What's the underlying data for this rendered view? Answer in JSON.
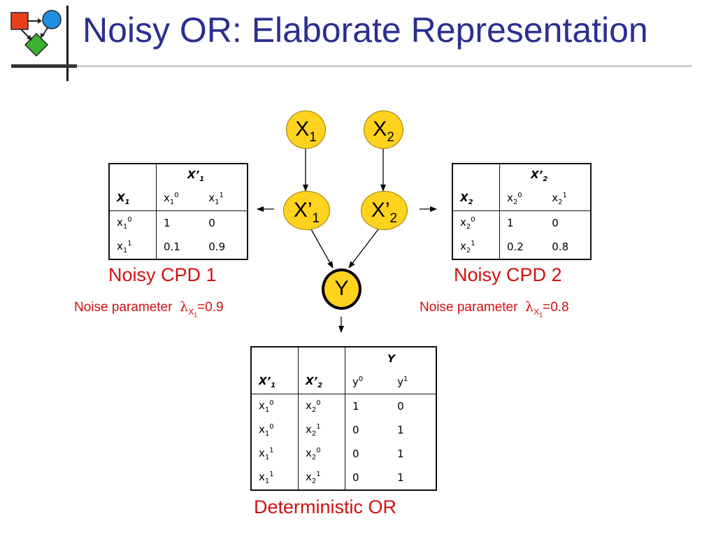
{
  "slide": {
    "title": "Noisy OR: Elaborate Representation"
  },
  "nodes": {
    "x1": {
      "base": "X",
      "sub": "1"
    },
    "x2": {
      "base": "X",
      "sub": "2"
    },
    "xp1": {
      "base": "X’",
      "sub": "1"
    },
    "xp2": {
      "base": "X’",
      "sub": "2"
    },
    "y": {
      "label": "Y"
    }
  },
  "cpd1": {
    "col_var": "X’",
    "col_var_sub": "1",
    "row_var": "X",
    "row_var_sub": "1",
    "cols": [
      {
        "base": "x",
        "sub": "1",
        "sup": "0"
      },
      {
        "base": "x",
        "sub": "1",
        "sup": "1"
      }
    ],
    "rows": [
      {
        "base": "x",
        "sub": "1",
        "sup": "0",
        "values": [
          "1",
          "0"
        ]
      },
      {
        "base": "x",
        "sub": "1",
        "sup": "1",
        "values": [
          "0.1",
          "0.9"
        ]
      }
    ],
    "caption": "Noisy CPD 1",
    "noise_label": "Noise parameter",
    "lambda": "λ",
    "lambda_sub": "X",
    "lambda_subsub": "1",
    "noise_value": "=0.9"
  },
  "cpd2": {
    "col_var": "X’",
    "col_var_sub": "2",
    "row_var": "X",
    "row_var_sub": "2",
    "cols": [
      {
        "base": "x",
        "sub": "2",
        "sup": "0"
      },
      {
        "base": "x",
        "sub": "2",
        "sup": "1"
      }
    ],
    "rows": [
      {
        "base": "x",
        "sub": "2",
        "sup": "0",
        "values": [
          "1",
          "0"
        ]
      },
      {
        "base": "x",
        "sub": "2",
        "sup": "1",
        "values": [
          "0.2",
          "0.8"
        ]
      }
    ],
    "caption": "Noisy CPD 2",
    "noise_label": "Noise parameter",
    "lambda": "λ",
    "lambda_sub": "X",
    "lambda_subsub": "1",
    "noise_value": "=0.8"
  },
  "or_table": {
    "col_var": "Y",
    "h1": "X’",
    "h1_sub": "1",
    "h2": "X’",
    "h2_sub": "2",
    "y0": {
      "base": "y",
      "sup": "0"
    },
    "y1": {
      "base": "y",
      "sup": "1"
    },
    "rows": [
      {
        "a_sup": "0",
        "b_sup": "0",
        "v0": "1",
        "v1": "0"
      },
      {
        "a_sup": "0",
        "b_sup": "1",
        "v0": "0",
        "v1": "1"
      },
      {
        "a_sup": "1",
        "b_sup": "0",
        "v0": "0",
        "v1": "1"
      },
      {
        "a_sup": "1",
        "b_sup": "1",
        "v0": "0",
        "v1": "1"
      }
    ],
    "cell_base": "x",
    "a_sub": "1",
    "b_sub": "2",
    "caption": "Deterministic OR"
  }
}
